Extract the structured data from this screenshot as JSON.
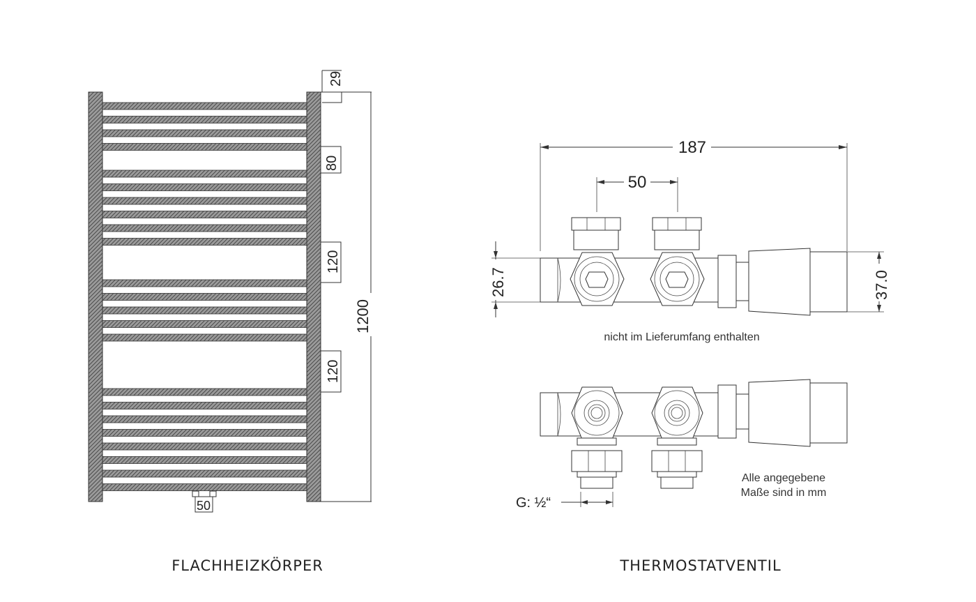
{
  "radiator": {
    "caption": "FLACHHEIZKÖRPER",
    "dim_top": "29",
    "dim_gap1": "80",
    "dim_gap2": "120",
    "dim_gap3": "120",
    "dim_height": "1200",
    "dim_connection": "50"
  },
  "valve": {
    "caption": "THERMOSTATVENTIL",
    "dim_total_width": "187",
    "dim_spacing": "50",
    "dim_left_height": "26.7",
    "dim_right_height": "37.0",
    "note_not_included": "nicht im Lieferumfang enthalten",
    "note_units_line1": "Alle angegebene",
    "note_units_line2": "Maße sind in mm",
    "thread_label": "G: ½“"
  },
  "colors": {
    "line": "#333333",
    "hatch": "#777777"
  }
}
